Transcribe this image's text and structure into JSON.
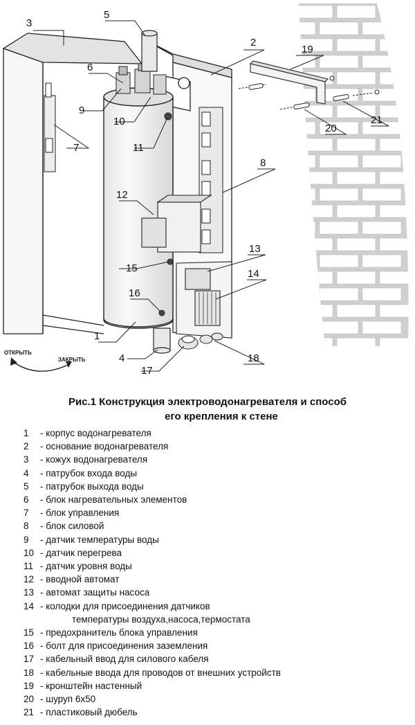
{
  "labels": {
    "n1": "1",
    "n2": "2",
    "n3": "3",
    "n4": "4",
    "n5": "5",
    "n6": "6",
    "n7": "7",
    "n8": "8",
    "n9": "9",
    "n10": "10",
    "n11": "11",
    "n12": "12",
    "n13": "13",
    "n14": "14",
    "n15": "15",
    "n16": "16",
    "n17": "17",
    "n18": "18",
    "n19": "19",
    "n20": "20",
    "n21": "21",
    "open": "ОТКРЫТЬ",
    "close": "ЗАКРЫТЬ"
  },
  "caption": {
    "line1": "Рис.1 Конструкция электроводонагревателя и способ",
    "line2": "его крепления к стене"
  },
  "legend": [
    {
      "num": "1",
      "text": "- корпус водонагревателя"
    },
    {
      "num": "2",
      "text": "- основание водонагревателя"
    },
    {
      "num": "3",
      "text": "- кожух водонагревателя"
    },
    {
      "num": "4",
      "text": "- патрубок входа воды"
    },
    {
      "num": "5",
      "text": "- патрубок выхода воды"
    },
    {
      "num": "6",
      "text": "- блок нагревательных элементов"
    },
    {
      "num": "7",
      "text": "- блок управления"
    },
    {
      "num": "8",
      "text": "- блок силовой"
    },
    {
      "num": "9",
      "text": "- датчик температуры воды"
    },
    {
      "num": "10",
      "text": "- датчик перегрева"
    },
    {
      "num": "11",
      "text": "- датчик уровня воды"
    },
    {
      "num": "12",
      "text": "- вводной автомат"
    },
    {
      "num": "13",
      "text": "- автомат защиты насоса"
    },
    {
      "num": "14",
      "text": "- колодки для присоединения датчиков",
      "cont": "температуры воздуха,насоса,термостата"
    },
    {
      "num": "15",
      "text": " - предохранитель блока управления"
    },
    {
      "num": "16",
      "text": "- болт для присоединения заземления"
    },
    {
      "num": "17",
      "text": "- кабельный ввод для силового кабеля"
    },
    {
      "num": "18",
      "text": "- кабельные ввода для проводов от внешних устройств"
    },
    {
      "num": "19",
      "text": "- кронштейн настенный"
    },
    {
      "num": "20",
      "text": "- шуруп 6х50"
    },
    {
      "num": "21",
      "text": "- пластиковый дюбель"
    }
  ]
}
